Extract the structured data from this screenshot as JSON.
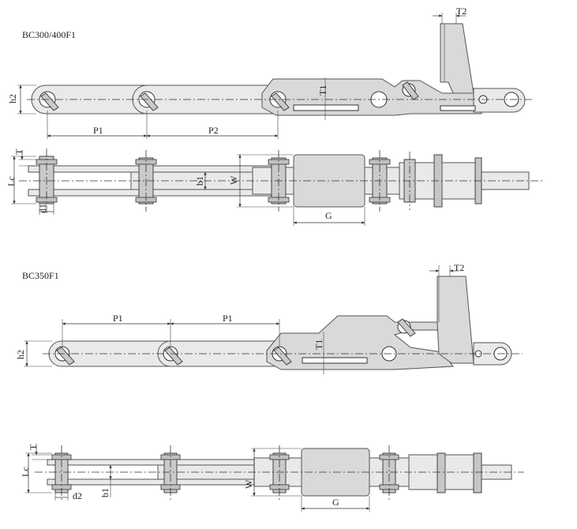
{
  "top_diagram": {
    "title": "BC300/400F1",
    "labels": {
      "h2": "h2",
      "P1": "P1",
      "P2": "P2",
      "T1": "T1",
      "T2": "T2",
      "T": "T",
      "Lc": "Lc",
      "d1": "d1",
      "b1": "b1",
      "W": "W",
      "G": "G"
    }
  },
  "bottom_diagram": {
    "title": "BC350F1",
    "labels": {
      "h2": "h2",
      "P1_left": "P1",
      "P1_right": "P1",
      "T1": "T1",
      "T2": "T2",
      "T": "T",
      "Lc": "Lc",
      "d2": "d2",
      "b1": "b1",
      "W": "W",
      "G": "G"
    }
  }
}
